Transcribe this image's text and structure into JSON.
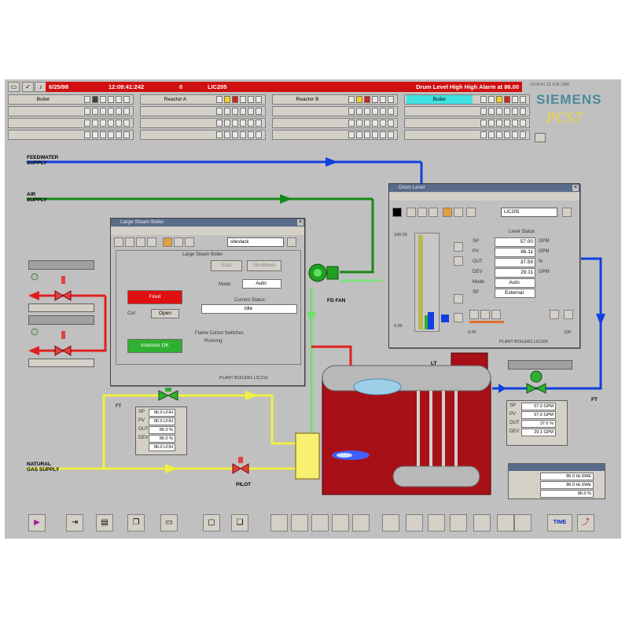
{
  "alarm_bar": {
    "date": "6/25/98",
    "time": "12:09:41:242",
    "priority": "0",
    "tag": "LIC205",
    "message": "Drum Level High High Alarm at 86.00"
  },
  "areas": [
    {
      "name": "Boiler",
      "active": false
    },
    {
      "name": "Reactor A",
      "active": false
    },
    {
      "name": "Reactor B",
      "active": false
    },
    {
      "name": "Boiler",
      "active": true
    }
  ],
  "branding": {
    "siemens": "SIEMENS",
    "pcs7": "PCS7",
    "top_right": "12:09:41 12 JUN 1998"
  },
  "pipes": {
    "feedwater": "FEEDWATER\nSUPPLY",
    "air": "AIR\nSUPPLY",
    "gas": "NATURAL\nGAS SUPPLY",
    "fd_fan": "FD FAN",
    "pilot": "PILOT"
  },
  "large_window": {
    "title": "Large Steam Boiler",
    "combo": "sitestack",
    "group_title": "Large Steam Boiler",
    "start_label": "Start",
    "stop_label": "Shutdown",
    "mode_label": "Mode:",
    "mode_value": "Auto",
    "status_label": "Current Status:",
    "status_value": "Idle",
    "fire_label": "Fired",
    "cut_label": "Cut:",
    "open_label": "Open",
    "interlock_label": "Interlock OK",
    "flame_label": "Flame Cutout Switches",
    "running_label": "Running:",
    "footer": "PLANT BOILER1 LIC210"
  },
  "drum_window": {
    "title": "Drum Level",
    "combo": "LIC205",
    "panel_title": "Level Status",
    "top_scale": "100.00",
    "bottom_scale": "0.00",
    "rows": [
      {
        "label": "SP",
        "value": "57.00",
        "unit": "GPM"
      },
      {
        "label": "PV",
        "value": "86.11",
        "unit": "GPM"
      },
      {
        "label": "OUT",
        "value": "37.59",
        "unit": "%"
      },
      {
        "label": "DEV",
        "value": "29.11",
        "unit": "GPM"
      },
      {
        "label": "Mode",
        "value": "Auto",
        "unit": ""
      },
      {
        "label": "SP",
        "value": "External",
        "unit": ""
      }
    ],
    "bottom_value": "0.00",
    "bottom_scale_right": "100",
    "footer": "PLANT BOILER1 LIC205"
  },
  "fuel_table": {
    "tag": "FT",
    "rows": [
      {
        "label": "SP",
        "value": "86.0 LF/H"
      },
      {
        "label": "PV",
        "value": "86.0 LF/H"
      },
      {
        "label": "OUT",
        "value": "86.0 %"
      },
      {
        "label": "DEV",
        "value": "86.0 %"
      },
      {
        "label": "",
        "value": "86.0 LF/H"
      }
    ]
  },
  "feed_table": {
    "tag": "FT",
    "rows": [
      {
        "label": "SP",
        "value": "57.0 GPM"
      },
      {
        "label": "PV",
        "value": "57.0 GPM"
      },
      {
        "label": "OUT",
        "value": "37.6 %"
      },
      {
        "label": "DEV",
        "value": "29.1 GPM"
      }
    ]
  },
  "alarm_table": {
    "rows": [
      {
        "label": "",
        "value": "86.0 HLSWE"
      },
      {
        "label": "",
        "value": "86.0 HLSWE"
      },
      {
        "label": "",
        "value": "86.0 %"
      }
    ]
  },
  "tags": {
    "lt": "LT",
    "ft_feed": "FT"
  },
  "colors": {
    "screen": "#c0c0c0",
    "feedwater_pipe": "#1040e0",
    "air_pipe": "#188818",
    "gas_pipe": "#f0f040",
    "steam_pipe": "#e02020",
    "boiler": "#a81018",
    "alarm_bar": "#d01010"
  },
  "bottom_toolbar": [
    "play-icon",
    "save-icon",
    "print-icon",
    "copy-icon",
    "chart-icon",
    "window-icon",
    "windows-icon",
    "btn-a",
    "btn-b",
    "btn-c",
    "btn-d",
    "btn-e",
    "btn-f",
    "btn-g",
    "btn-h",
    "btn-i",
    "btn-j",
    "btn-k",
    "btn-l",
    "pen-icon",
    "time-icon",
    "curve-icon"
  ],
  "time_button": "TIME"
}
